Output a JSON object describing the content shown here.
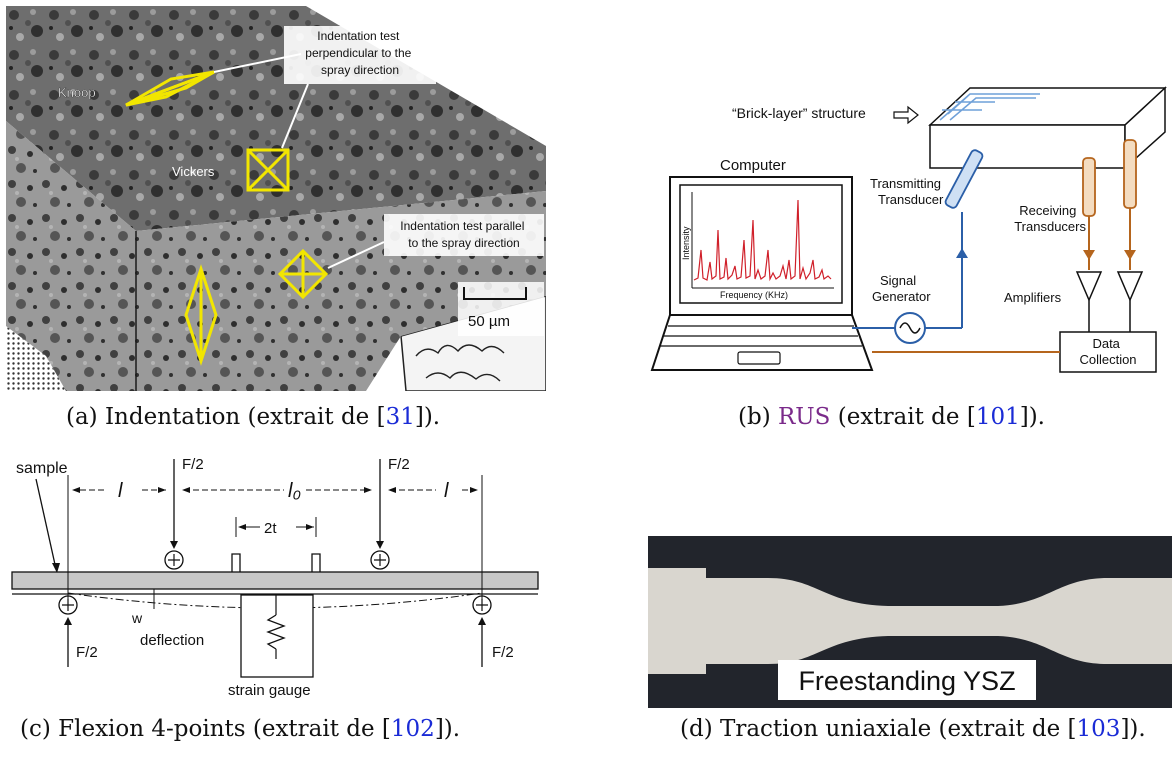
{
  "panels": {
    "a": {
      "labels": {
        "knoop": "Knoop",
        "vickers": "Vickers",
        "perp": [
          "Indentation test",
          "perpendicular to the",
          "spray direction"
        ],
        "par": [
          "Indentation test parallel",
          "to the spray direction"
        ],
        "scale": "50 µm"
      },
      "caption": {
        "pre": "(a) Indentation (extrait de [",
        "ref": "31",
        "post": "])."
      }
    },
    "b": {
      "labels": {
        "brick": "“Brick-layer” structure",
        "computer": "Computer",
        "intensity": "Intensity",
        "frequency": "Frequency (KHz)",
        "transmitting": [
          "Transmitting",
          "Transducer"
        ],
        "receiving": [
          "Receiving",
          "Transducers"
        ],
        "signal": [
          "Signal",
          "Generator"
        ],
        "amplifiers": "Amplifiers",
        "data": [
          "Data",
          "Collection"
        ]
      },
      "caption": {
        "pre": "(b) ",
        "acronym": "RUS",
        "mid": " (extrait de [",
        "ref": "101",
        "post": "])."
      }
    },
    "c": {
      "labels": {
        "sample": "sample",
        "f2": "F/2",
        "l": "l",
        "l0": "l₀",
        "twot": "2t",
        "w": "w",
        "deflection": "deflection",
        "strain": "strain gauge"
      },
      "caption": {
        "pre": "(c) Flexion 4-points (extrait de [",
        "ref": "102",
        "post": "])."
      }
    },
    "d": {
      "labels": {
        "ysz": "Freestanding YSZ"
      },
      "caption": {
        "pre": "(d) Traction uniaxiale (extrait de [",
        "ref": "103",
        "post": "])."
      }
    }
  },
  "colors": {
    "indent_yellow": "#f2e600",
    "rus_blue": "#2b5fa8",
    "rus_brown": "#b5651d",
    "spectrum_red": "#d0202a",
    "link_blue": "#1a2bd6",
    "acronym_purple": "#7a2a8a"
  }
}
